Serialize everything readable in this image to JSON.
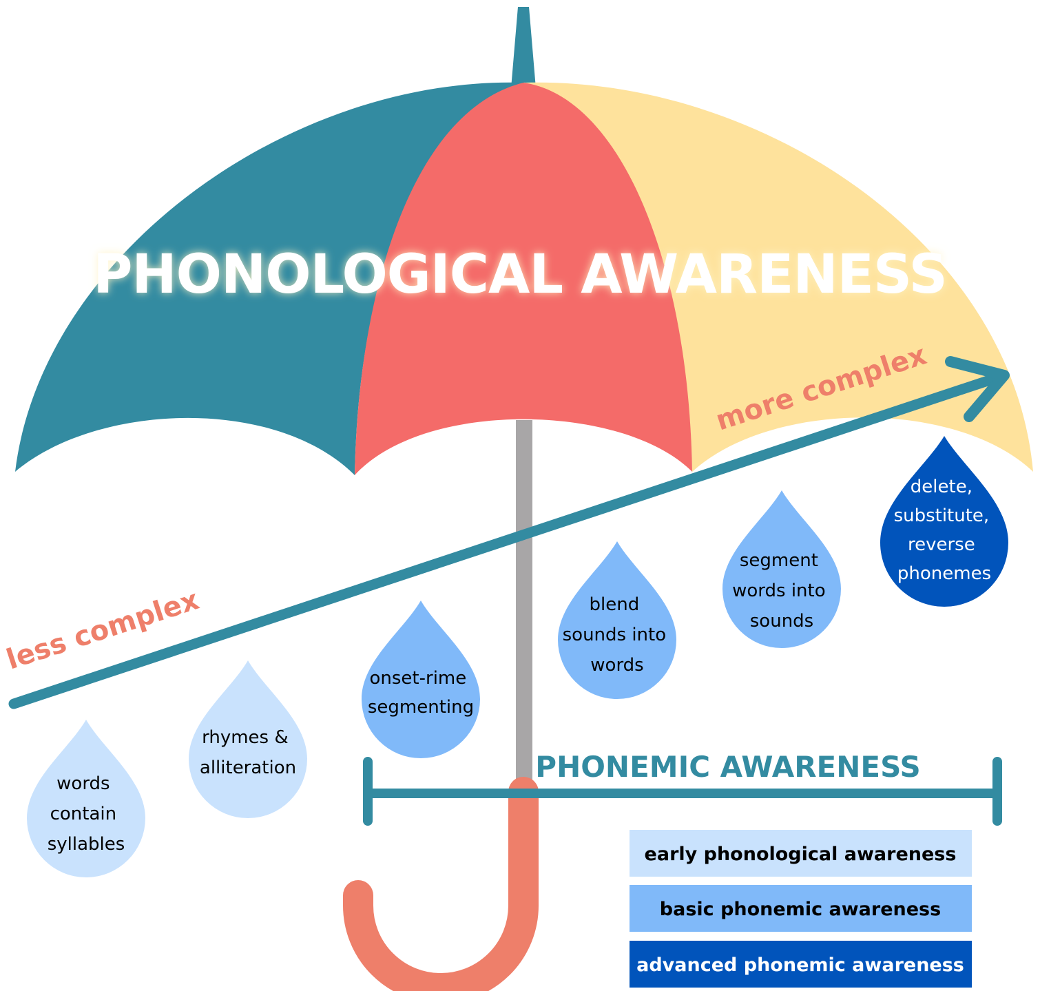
{
  "title": "PHONOLOGICAL AWARENESS",
  "arrow": {
    "start_label": "less complex",
    "end_label": "more complex"
  },
  "phonemic_range_label": "PHONEMIC AWARENESS",
  "drops": [
    {
      "lines": [
        "words",
        "contain",
        "syllables"
      ],
      "level": "early"
    },
    {
      "lines": [
        "rhymes &",
        "alliteration"
      ],
      "level": "early"
    },
    {
      "lines": [
        "onset-rime",
        "segmenting"
      ],
      "level": "basic"
    },
    {
      "lines": [
        "blend",
        "sounds into",
        "words"
      ],
      "level": "basic"
    },
    {
      "lines": [
        "segment",
        "words into",
        "sounds"
      ],
      "level": "basic"
    },
    {
      "lines": [
        "delete,",
        "substitute,",
        "reverse",
        "phonemes"
      ],
      "level": "advanced"
    }
  ],
  "legend": [
    {
      "label": "early phonological awareness",
      "color": "#c9e2fd",
      "text_color": "#000000"
    },
    {
      "label": "basic phonemic awareness",
      "color": "#80b9f9",
      "text_color": "#000000"
    },
    {
      "label": "advanced phonemic awareness",
      "color": "#0154bb",
      "text_color": "#ffffff"
    }
  ],
  "colors": {
    "canopy_teal": "#338ba1",
    "canopy_red": "#f46b69",
    "canopy_yellow": "#fee29c",
    "shaft": "#a8a6a7",
    "handle": "#ee7f6a",
    "arrow": "#338ba1"
  }
}
